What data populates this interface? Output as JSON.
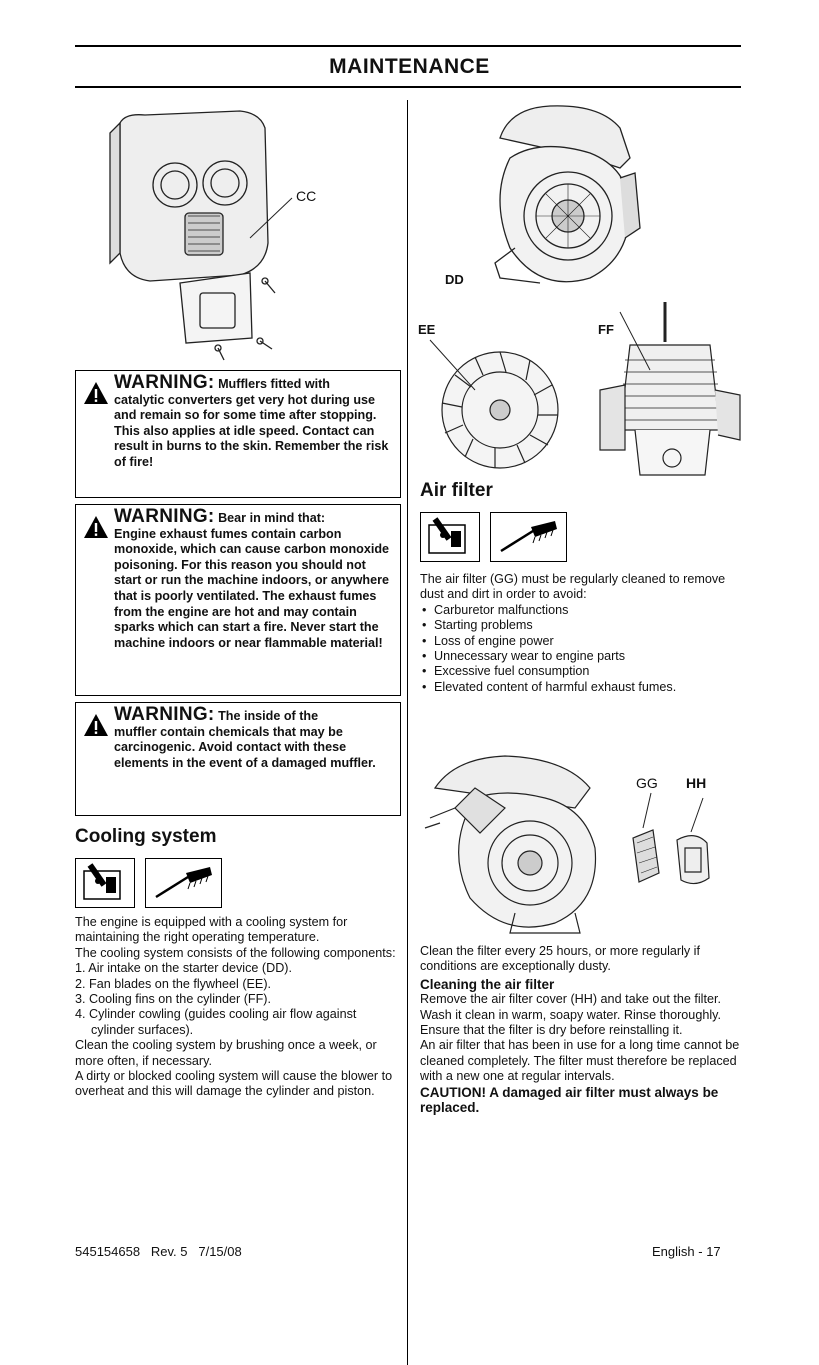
{
  "page": {
    "title": "MAINTENANCE",
    "footer_left": "545154658   Rev. 5   7/15/08",
    "footer_right": "English - 17"
  },
  "figures": {
    "muffler_label": "CC",
    "starter_label": "DD",
    "flywheel_label": "EE",
    "cylinder_label": "FF",
    "filter_labels": [
      "GG",
      "HH"
    ]
  },
  "warnings": [
    {
      "title": "WARNING:",
      "lead": "Mufflers fitted with",
      "text": "catalytic converters get very hot during use and remain so for some time after stopping. This also applies at idle speed. Contact can result in burns to the skin. Remember the risk of fire!"
    },
    {
      "title": "WARNING:",
      "lead": "Bear in mind that:",
      "text": "Engine exhaust fumes contain carbon monoxide, which can cause carbon monoxide poisoning. For this reason you should not start or run the machine indoors, or anywhere that is poorly ventilated. The exhaust fumes from the engine are hot and may contain sparks which can start a fire. Never start the machine indoors or near flammable material!"
    },
    {
      "title": "WARNING:",
      "lead": "The inside of the",
      "text": "muffler contain chemicals that may be carcinogenic. Avoid contact with these elements in the event of a damaged muffler."
    }
  ],
  "cooling": {
    "heading": "Cooling system",
    "intro": "The engine is equipped with a cooling system for maintaining the right operating temperature.",
    "list_intro": "The cooling system consists of the following components:",
    "items": [
      "1. Air intake on the starter device (DD).",
      "2. Fan blades on the flywheel (EE).",
      "3. Cooling fins on the cylinder (FF).",
      "4. Cylinder cowling (guides cooling air flow against cylinder surfaces)."
    ],
    "p1": "Clean the cooling system by brushing once a week, or more often, if necessary.",
    "p2": "A dirty or blocked cooling system will cause the blower to overheat and this will damage the cylinder and piston."
  },
  "air_filter": {
    "heading": "Air filter",
    "intro": "The air filter (GG) must be regularly cleaned to remove dust and dirt in order to avoid:",
    "bullets": [
      "Carburetor malfunctions",
      "Starting problems",
      "Loss of engine power",
      "Unnecessary wear to engine parts",
      "Excessive fuel consumption",
      "Elevated content of harmful exhaust fumes."
    ],
    "p1": "Clean the filter every 25 hours, or more regularly if conditions are exceptionally dusty.",
    "sub_heading": "Cleaning the air filter",
    "p2": "Remove the air filter cover (HH) and take out the filter. Wash it clean in warm, soapy water. Rinse thoroughly. Ensure that the filter is dry before reinstalling it.",
    "p3": "An air filter that has been in use for a long time cannot be cleaned completely. The filter must therefore be replaced with a new one at regular intervals.",
    "caution": "CAUTION! A damaged air filter must always be replaced."
  }
}
